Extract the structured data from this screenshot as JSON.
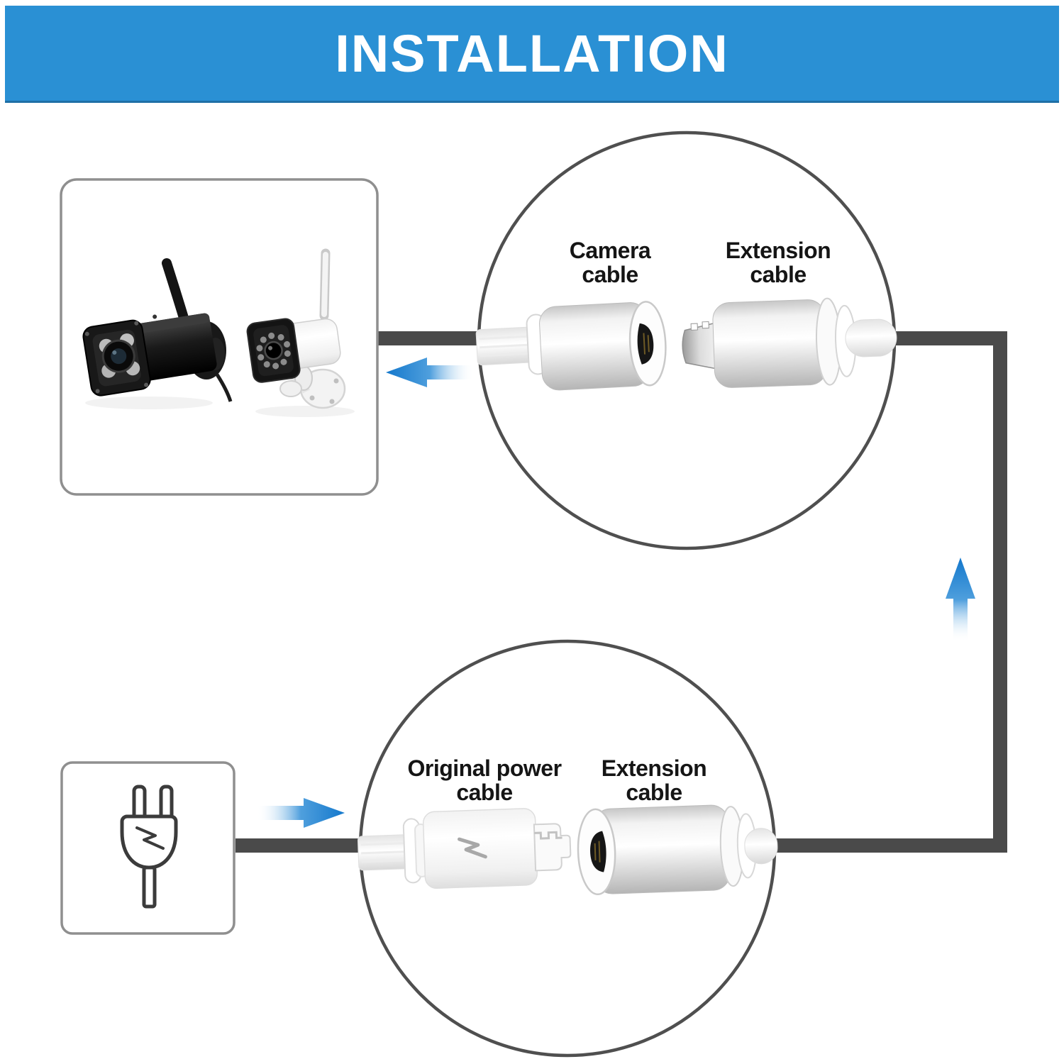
{
  "banner": {
    "title": "INSTALLATION",
    "bg_color": "#2A90D4",
    "text_color": "#FFFFFF"
  },
  "overview": {
    "cameras_box_icon": "security-cameras-image",
    "plug_box_icon": "power-plug-icon",
    "arrows": [
      "left-arrow",
      "up-arrow",
      "right-arrow"
    ]
  },
  "detail_top": {
    "left_label": "Camera cable",
    "right_label": "Extension cable"
  },
  "detail_bottom": {
    "left_label": "Original power cable",
    "right_label": "Extension cable"
  },
  "colors": {
    "route_line": "#4A4A4A",
    "circle_stroke": "#4F4F4F",
    "box_border": "#8F8F8F",
    "arrow_blue": "#1B7FD3",
    "label_text": "#151515",
    "port_black": "#161616",
    "metal_silver": "#D9D9D9"
  }
}
